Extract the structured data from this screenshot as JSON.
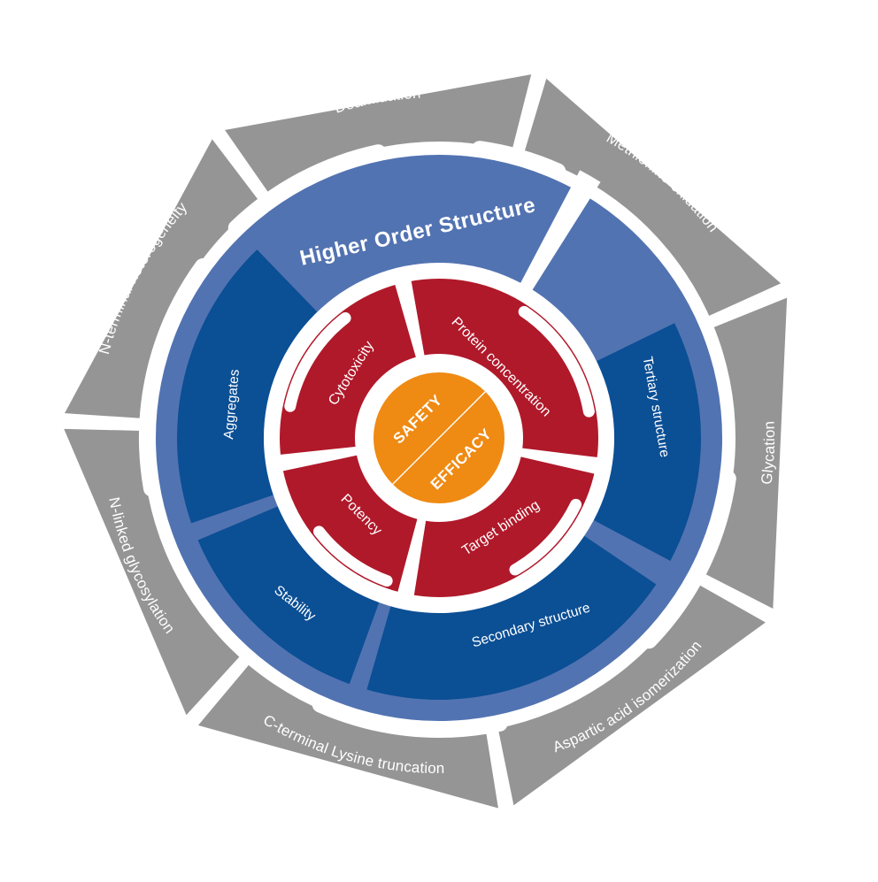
{
  "colors": {
    "outer": "#959595",
    "middle_band": "#5273B1",
    "middle_segment": "#0B4F95",
    "inner": "#B0192A",
    "core": "#EF8A13",
    "background": "#ffffff"
  },
  "outer_ring": [
    {
      "label": "Deamidation"
    },
    {
      "label": "Methionine oxidation"
    },
    {
      "label": "Glycation"
    },
    {
      "label": "Aspartic acid isomerization"
    },
    {
      "label": "C-terminal Lysine truncation"
    },
    {
      "label": "N-linked glycosylation"
    },
    {
      "label": "N-terminal heterogeneity"
    }
  ],
  "middle_ring": {
    "title": "Higher Order Structure",
    "segments": [
      {
        "label": "Tertiary structure"
      },
      {
        "label": "Secondary structure"
      },
      {
        "label": "Stability"
      },
      {
        "label": "Aggregates"
      }
    ]
  },
  "inner_ring": [
    {
      "label": "Protein concentration"
    },
    {
      "label": "Target binding"
    },
    {
      "label": "Potency"
    },
    {
      "label": "Cytotoxicity"
    }
  ],
  "core": {
    "top": "SAFETY",
    "bottom": "EFFICACY"
  }
}
